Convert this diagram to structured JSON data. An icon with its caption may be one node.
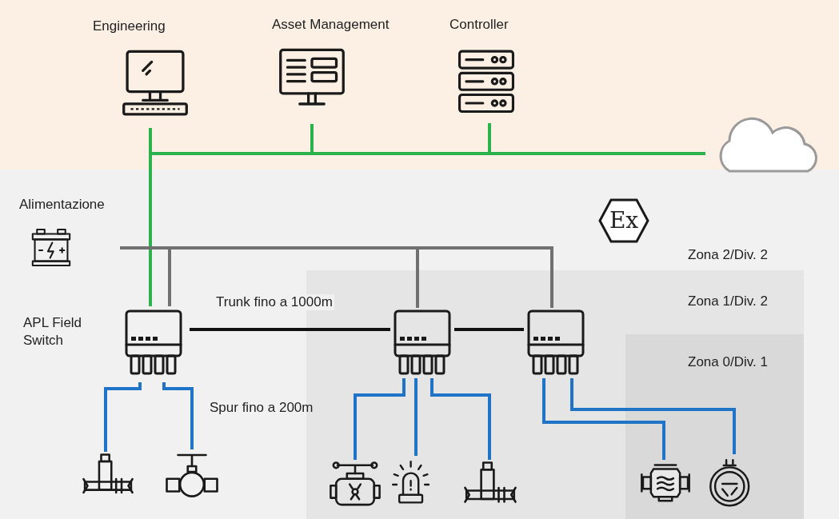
{
  "diagram": {
    "nodes": [
      {
        "text": [
          "Engineering"
        ]
      },
      {
        "text": [
          "Asset Management"
        ]
      },
      {
        "text": [
          "Controller"
        ]
      },
      {
        "text": [],
        "shape": "cloud"
      },
      {
        "text": [
          "Zona 2/Div. 2"
        ]
      },
      {
        "text": [
          "Alimentazione"
        ],
        "in": 4
      },
      {
        "text": [
          "APL Field Switch"
        ],
        "in": 4
      },
      {
        "text": [
          "Zona 1/Div. 2"
        ],
        "in": 4
      },
      {
        "text": [],
        "shape": "box",
        "in": 7
      },
      {
        "text": [],
        "shape": "box",
        "in": 7
      },
      {
        "text": [
          "Zona 0/Div. 1"
        ],
        "in": 7
      },
      {
        "text": [],
        "shape": "picture",
        "in": 4
      },
      {
        "text": [],
        "shape": "picture",
        "in": 4
      },
      {
        "text": [],
        "shape": "picture",
        "in": 7
      },
      {
        "text": [],
        "shape": "picture",
        "in": 7
      },
      {
        "text": [],
        "shape": "picture",
        "in": 7
      },
      {
        "text": [],
        "shape": "picture",
        "in": 10
      },
      {
        "text": [],
        "shape": "picture",
        "in": 10
      }
    ],
    "edges": [
      {
        "from": 0,
        "to": 6,
        "arrow": "none",
        "color": "#2bb24c"
      },
      {
        "from": 1,
        "to": 6,
        "arrow": "none",
        "color": "#2bb24c"
      },
      {
        "from": 2,
        "to": 6,
        "arrow": "none",
        "color": "#2bb24c"
      },
      {
        "from": 3,
        "to": 6,
        "arrow": "none",
        "color": "#2bb24c"
      },
      {
        "from": 5,
        "to": 6,
        "arrow": "none",
        "color": "#707070"
      },
      {
        "from": 5,
        "to": 8,
        "arrow": "none",
        "color": "#707070"
      },
      {
        "from": 5,
        "to": 9,
        "arrow": "none",
        "color": "#707070"
      },
      {
        "from": 6,
        "to": 8,
        "arrow": "none",
        "label": "Trunk fino a 1000m",
        "color": "#111111"
      },
      {
        "from": 8,
        "to": 9,
        "arrow": "none",
        "color": "#111111"
      },
      {
        "from": 6,
        "to": 11,
        "arrow": "none"
      },
      {
        "from": 6,
        "to": 12,
        "arrow": "none"
      },
      {
        "from": 8,
        "to": 13,
        "arrow": "none"
      },
      {
        "from": 8,
        "to": 14,
        "arrow": "none"
      },
      {
        "from": 8,
        "to": 15,
        "arrow": "none"
      },
      {
        "from": 9,
        "to": 16,
        "arrow": "none"
      },
      {
        "from": 9,
        "to": 17,
        "arrow": "none"
      }
    ],
    "labels": [
      "Spur fino a 200m",
      "Ex"
    ]
  }
}
